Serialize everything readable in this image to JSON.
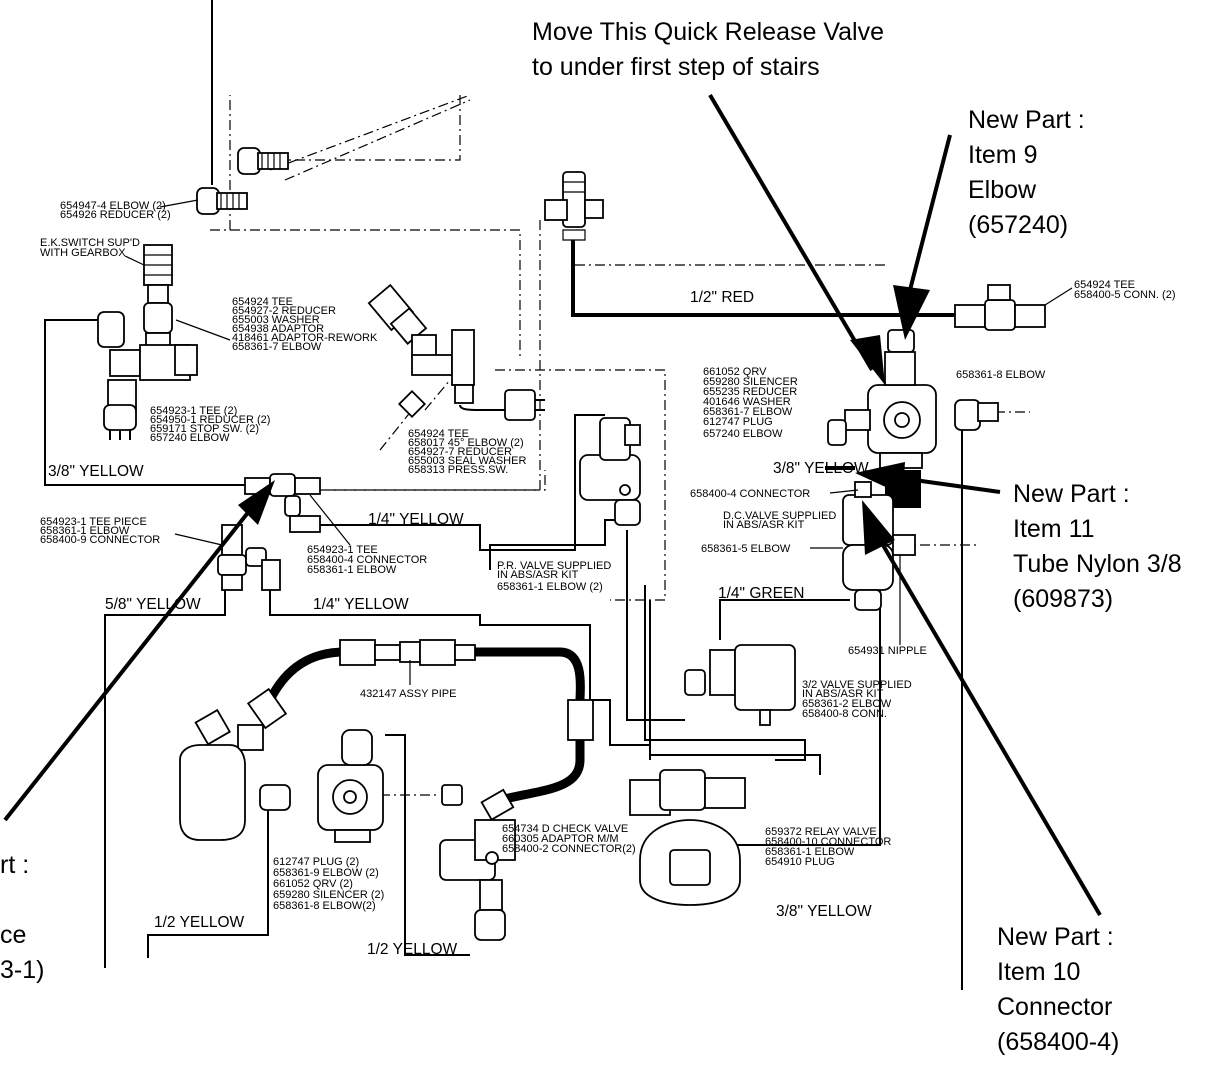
{
  "annotations": {
    "move_qrv": [
      "Move This Quick Release Valve",
      "to under first step of stairs"
    ],
    "new_part_9": [
      "New Part :",
      "Item 9",
      "Elbow",
      "(657240)"
    ],
    "new_part_11": [
      "New Part :",
      "Item 11",
      "Tube Nylon 3/8",
      "(609873)"
    ],
    "new_part_10": [
      "New Part :",
      "Item 10",
      "Connector",
      "(658400-4)"
    ],
    "cut_left": [
      "rt :",
      "ce",
      "3-1)"
    ]
  },
  "lines": {
    "red_half": "1/2\" RED",
    "yellow_38_left": "3/8\" YELLOW",
    "yellow_38_center": "3/8\" YELLOW",
    "yellow_38_bottom": "3/8\" YELLOW",
    "yellow_14_a": "1/4\" YELLOW",
    "yellow_14_b": "1/4\" YELLOW",
    "yellow_58": "5/8\" YELLOW",
    "yellow_12_left": "1/2 YELLOW",
    "yellow_12_mid": "1/2 YELLOW",
    "green_14": "1/4\" GREEN"
  },
  "callouts": {
    "elbow_reducer": [
      "654947-4 ELBOW (2)",
      "654926 REDUCER (2)"
    ],
    "ek_switch": [
      "E.K.SWITCH SUP'D",
      "WITH GEARBOX"
    ],
    "tee_group_1": [
      "654924 TEE",
      "654927-2 REDUCER",
      "655003 WASHER",
      "654938 ADAPTOR",
      "418461 ADAPTOR-REWORK",
      "658361-7 ELBOW"
    ],
    "tee_group_2": [
      "654923-1 TEE (2)",
      "654950-1 REDUCER (2)",
      "659171 STOP SW. (2)",
      "657240 ELBOW"
    ],
    "tee_group_3": [
      "654924 TEE",
      "658017 45° ELBOW (2)",
      "654927-7 REDUCER",
      "655003 SEAL WASHER",
      "658313 PRESS.SW."
    ],
    "tee_piece": [
      "654923-1 TEE PIECE",
      "658361-1 ELBOW",
      "658400-9 CONNECTOR"
    ],
    "tee_conn": [
      "654923-1 TEE",
      "658400-4 CONNECTOR",
      "658361-1 ELBOW"
    ],
    "tee_conn_right": [
      "654924 TEE",
      "658400-5 CONN. (2)"
    ],
    "qrv_group": [
      "661052 QRV",
      "659280 SILENCER",
      "655235 REDUCER",
      "401646 WASHER",
      "658361-7 ELBOW",
      "612747 PLUG",
      "657240 ELBOW"
    ],
    "elbow_8": "658361-8 ELBOW",
    "connector_4": "658400-4 CONNECTOR",
    "dc_valve": [
      "D.C.VALVE  SUPPLIED",
      "IN ABS/ASR KIT"
    ],
    "elbow_5": "658361-5 ELBOW",
    "pr_valve": [
      "P.R. VALVE SUPPLIED",
      "IN ABS/ASR KIT",
      "658361-1 ELBOW (2)"
    ],
    "nipple": "654931 NIPPLE",
    "valve_32": [
      "3/2 VALVE SUPPLIED",
      "IN ABS/ASR KIT",
      "658361-2 ELBOW",
      "658400-8 CONN."
    ],
    "assy_pipe": "432147 ASSY PIPE",
    "plug_group": [
      "612747 PLUG (2)",
      "658361-9 ELBOW (2)",
      "661052 QRV (2)",
      "659280 SILENCER (2)",
      "658361-8 ELBOW(2)"
    ],
    "check_valve": [
      "654734 D CHECK VALVE",
      "660305 ADAPTOR M/M",
      "658400-2 CONNECTOR(2)"
    ],
    "relay_valve": [
      "659372 RELAY VALVE",
      "658400-10 CONNECTOR",
      "658361-1 ELBOW",
      "654910 PLUG"
    ]
  }
}
